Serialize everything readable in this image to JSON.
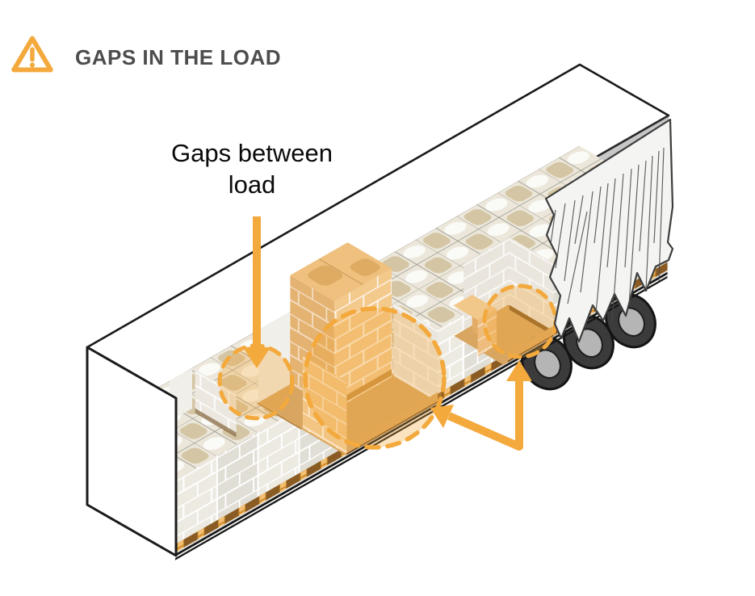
{
  "header": {
    "title": "GAPS IN THE LOAD"
  },
  "callout": {
    "line1": "Gaps between",
    "line2": "load"
  },
  "colors": {
    "accent": "#F3A93C",
    "accent_fill": "rgba(243,169,60,0.32)",
    "title_text": "#4D4D4D",
    "label_text": "#0A0A0A",
    "box_highlight": "#F4C98C",
    "floor": "#D8A660",
    "brick": "#EAE7DF",
    "tire": "#3B3B3B",
    "rim": "#B5B5B5"
  },
  "icons": {
    "warning": "warning-triangle-icon"
  },
  "highlights": [
    {
      "id": "gap-between-stacks-left"
    },
    {
      "id": "gap-middle-missing-pallet"
    },
    {
      "id": "gap-rear-near-curtain"
    }
  ],
  "wheel_count": "3"
}
